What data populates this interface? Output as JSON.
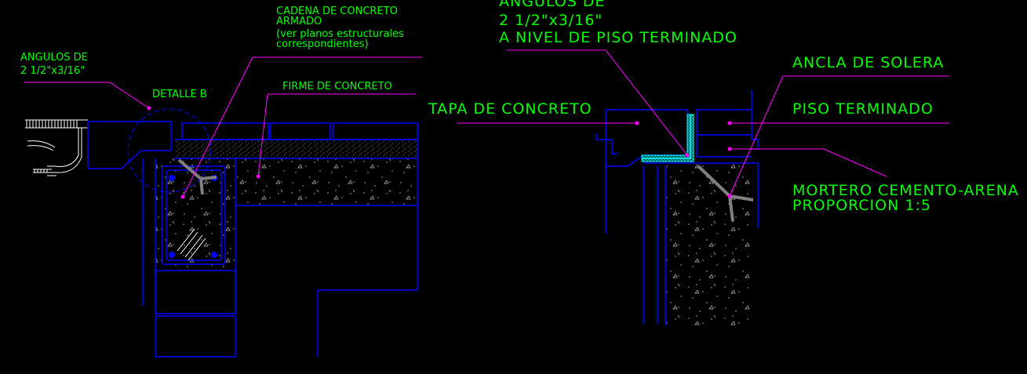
{
  "colors": {
    "background": "#000000",
    "label": "#00ff00",
    "leader": "#ff00ff",
    "structure": "#0000ff",
    "rebar": "#0000ff",
    "anchor": "#808080"
  },
  "left_detail": {
    "angulos": {
      "line1": "ANGULOS DE",
      "line2": "2 1/2\"x3/16\""
    },
    "detalle": "DETALLE B",
    "cadena": {
      "line1": "CADENA DE CONCRETO",
      "line2": "ARMADO",
      "line3": "(ver planos estructurales",
      "line4": "correspondientes)"
    },
    "firme": "FIRME DE CONCRETO"
  },
  "right_detail": {
    "angulos": {
      "line1": "ANGULOS DE",
      "line2": "2 1/2\"x3/16\"",
      "line3": "A NIVEL DE PISO TERMINADO"
    },
    "ancla": "ANCLA DE SOLERA",
    "tapa": "TAPA DE CONCRETO",
    "piso": "PISO TERMINADO",
    "mortero": {
      "line1": "MORTERO CEMENTO-ARENA",
      "line2": "PROPORCION 1:5"
    }
  }
}
